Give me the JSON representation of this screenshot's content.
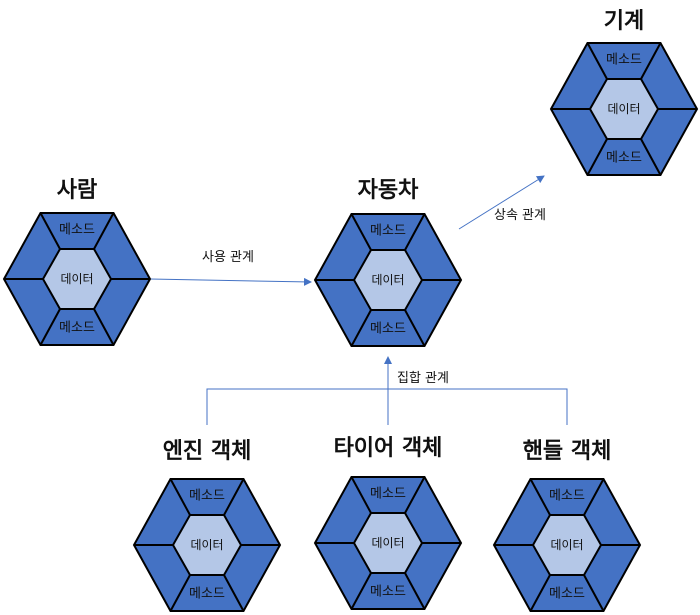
{
  "objects": {
    "person": {
      "title": "사람",
      "method_top": "메소드",
      "data": "데이터",
      "method_bottom": "메소드"
    },
    "car": {
      "title": "자동차",
      "method_top": "메소드",
      "data": "데이터",
      "method_bottom": "메소드"
    },
    "machine": {
      "title": "기계",
      "method_top": "메소드",
      "data": "데이터",
      "method_bottom": "메소드"
    },
    "engine": {
      "title": "엔진 객체",
      "method_top": "메소드",
      "data": "데이터",
      "method_bottom": "메소드"
    },
    "tire": {
      "title": "타이어 객체",
      "method_top": "메소드",
      "data": "데이터",
      "method_bottom": "메소드"
    },
    "handle": {
      "title": "핸들 객체",
      "method_top": "메소드",
      "data": "데이터",
      "method_bottom": "메소드"
    }
  },
  "relations": {
    "use": "사용 관계",
    "inherit": "상속 관계",
    "aggregate": "집합 관계"
  },
  "colors": {
    "outer_fill": "#4472c4",
    "inner_fill": "#b4c7e7",
    "stroke": "#000000",
    "connector": "#4472c4"
  }
}
